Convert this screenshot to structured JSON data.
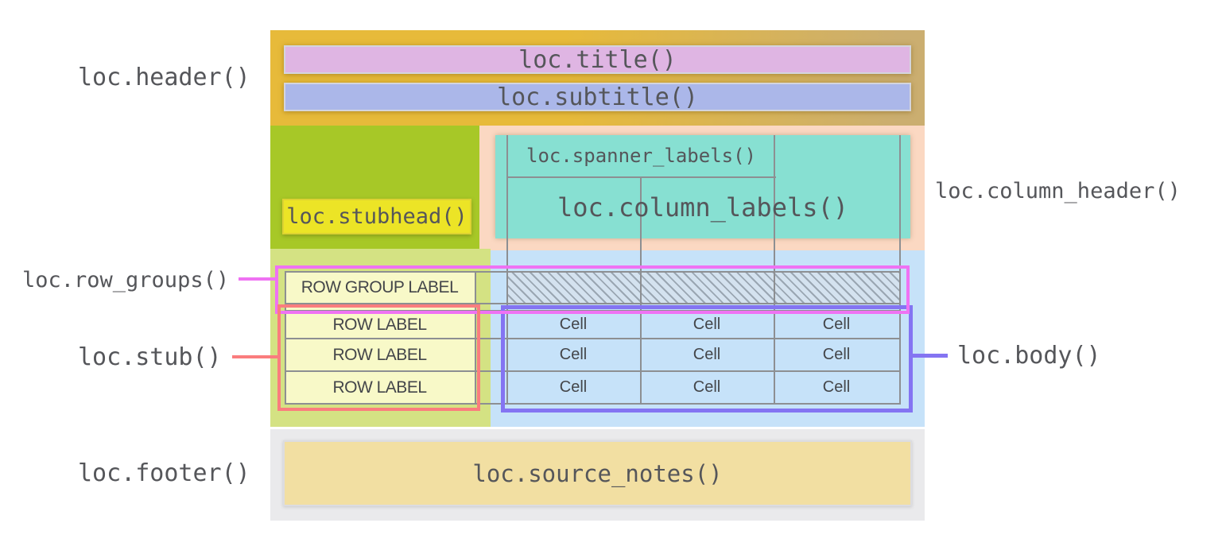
{
  "annotations": {
    "header": "loc.header()",
    "row_groups": "loc.row_groups()",
    "stub": "loc.stub()",
    "footer": "loc.footer()",
    "column_header": "loc.column_header()",
    "body": "loc.body()"
  },
  "table": {
    "title": "loc.title()",
    "subtitle": "loc.subtitle()",
    "stubhead": "loc.stubhead()",
    "spanner_labels": "loc.spanner_labels()",
    "column_labels": "loc.column_labels()",
    "row_group_label": "ROW GROUP LABEL",
    "row_labels": [
      "ROW LABEL",
      "ROW LABEL",
      "ROW LABEL"
    ],
    "body_cells": [
      [
        "Cell",
        "Cell",
        "Cell"
      ],
      [
        "Cell",
        "Cell",
        "Cell"
      ],
      [
        "Cell",
        "Cell",
        "Cell"
      ]
    ],
    "source_notes": "loc.source_notes()"
  },
  "colors": {
    "header_gold_left": "#e7ba3a",
    "header_gold_right": "#cbae70",
    "title_pink": "#dfb5e3",
    "subtitle_periwinkle": "#abb7e9",
    "stubhead_green": "#a7c827",
    "stubhead_yellow": "#ece426",
    "column_header_peach": "#fbd8c2",
    "column_labels_teal": "#87e0d2",
    "body_blue": "#c6e2f9",
    "stub_strip_green": "#d4e283",
    "stub_yellow": "#f8f9c8",
    "footer_gray": "#eaeaec",
    "source_notes_wheat": "#f2dfa2",
    "outline_magenta": "#ef72f3",
    "outline_red": "#fa7d7e",
    "outline_purple": "#8474f2",
    "grid_gray": "#8d8f92",
    "hatch_bg": "#d4e2ef",
    "hatch_line": "#9aa6b2",
    "label_text": "#55565a"
  }
}
